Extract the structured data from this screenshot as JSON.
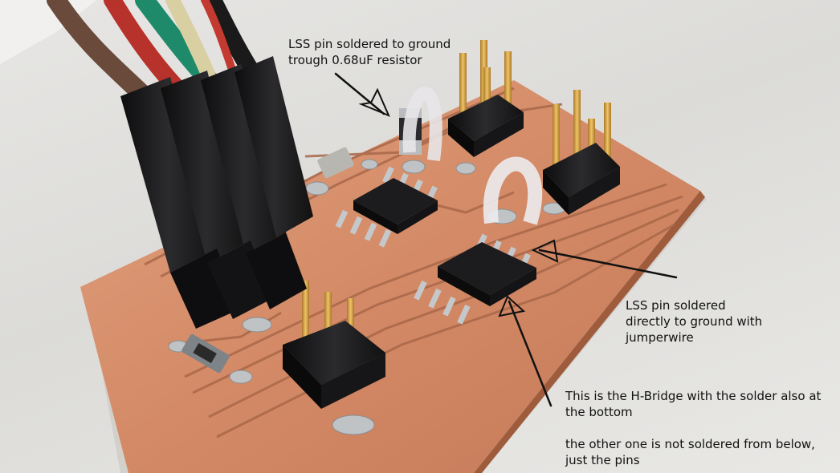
{
  "annotations": {
    "lss_resistor": "LSS pin soldered to ground\ntrough 0.68uF resistor",
    "lss_jumper": "LSS pin soldered\ndirectly to ground with\njumperwire",
    "hbridge_note": "This is the H-Bridge with the solder also at\nthe bottom\n\nthe other one is not soldered from below,\njust the pins"
  },
  "colors": {
    "background": "#e3e2df",
    "pcb_copper": "#d48a66",
    "trace": "#a9684a",
    "ic_body": "#1c1c1e",
    "header_gold": "#d9a441",
    "wire_green": "#1f8a6a",
    "wire_red": "#b8322c",
    "wire_brown": "#6a4a3a",
    "annotation_text": "#111111"
  },
  "icons": [
    "arrow-icon"
  ]
}
